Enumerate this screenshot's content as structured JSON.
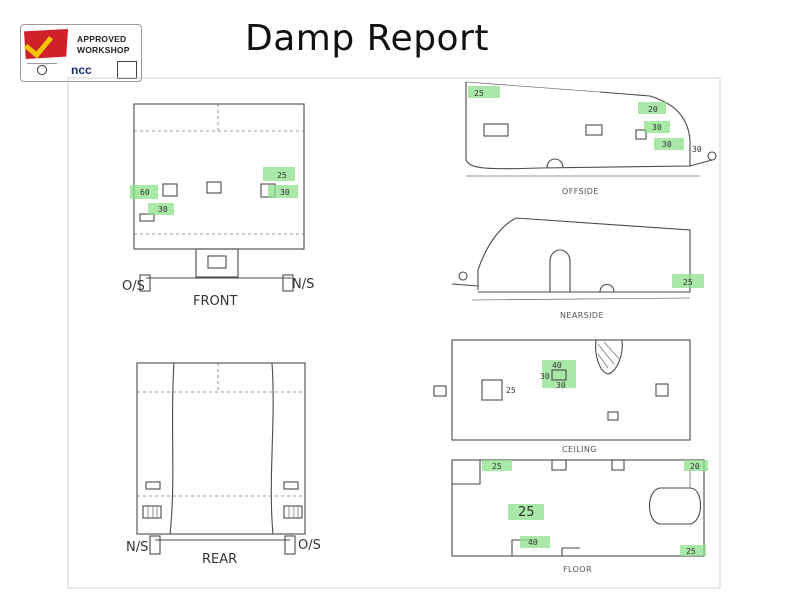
{
  "title": "Damp Report",
  "logo": {
    "line1": "APPROVED",
    "line2": "WORKSHOP",
    "ncc": "ncc"
  },
  "views": {
    "front": {
      "label": "FRONT",
      "left": "O/S",
      "right": "N/S"
    },
    "rear": {
      "label": "REAR",
      "left": "N/S",
      "right": "O/S"
    },
    "offside": {
      "label": "OFFSIDE"
    },
    "nearside": {
      "label": "NEARSIDE"
    },
    "ceiling": {
      "label": "CEILING"
    },
    "floor": {
      "label": "FLOOR"
    }
  },
  "readings": {
    "front": [
      "60",
      "30",
      "25",
      "30"
    ],
    "offside": [
      "25",
      "20",
      "30",
      "30",
      "30"
    ],
    "nearside": [
      "25"
    ],
    "ceiling": [
      "25",
      "40",
      "30",
      "30"
    ],
    "floor": [
      "25",
      "20",
      "25",
      "40",
      "25"
    ]
  },
  "colors": {
    "highlight": "#8ee08a",
    "ink": "#4a4a4a"
  }
}
